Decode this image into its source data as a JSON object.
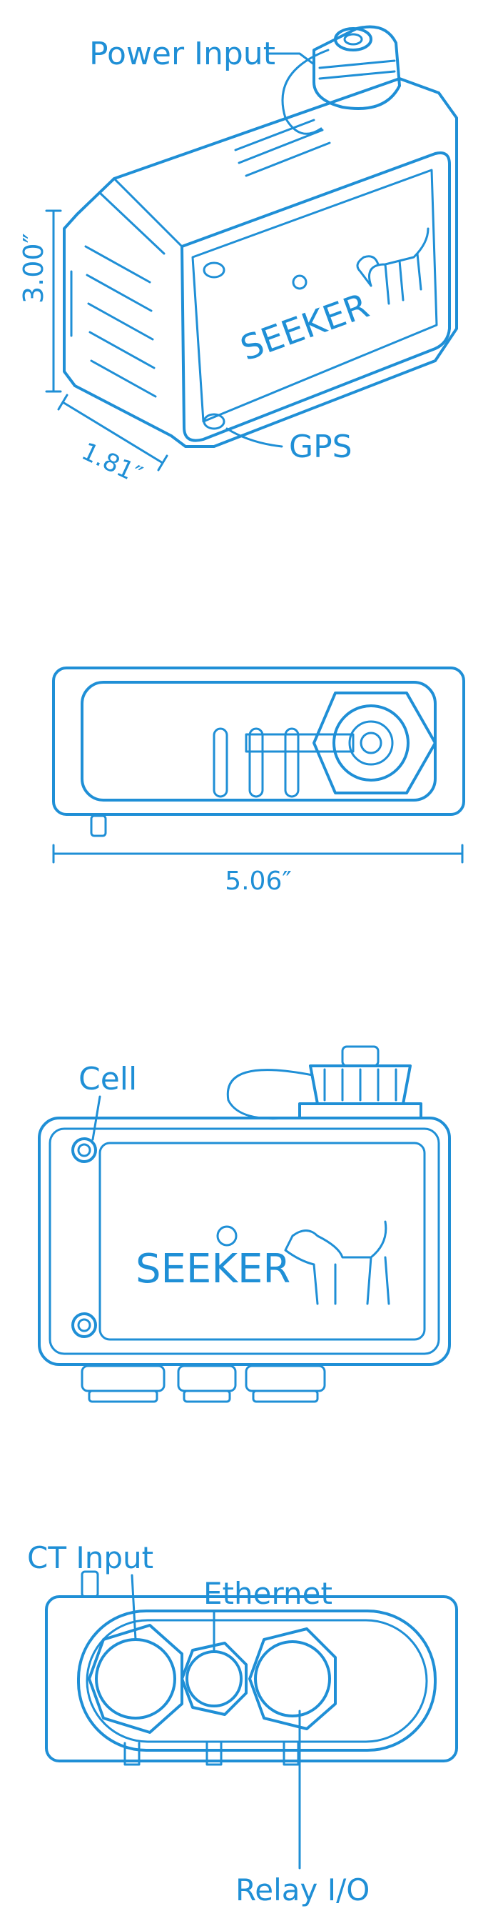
{
  "colors": {
    "line": "#1f8fd6",
    "background": "#ffffff"
  },
  "views": [
    {
      "name": "isometric",
      "labels": {
        "power": "Power Input",
        "gps": "GPS",
        "height": "3.00″",
        "depth": "1.81″"
      },
      "brand": "SEEKER"
    },
    {
      "name": "top",
      "labels": {
        "width": "5.06″"
      }
    },
    {
      "name": "front",
      "labels": {
        "cell": "Cell"
      },
      "brand": "SEEKER"
    },
    {
      "name": "bottom",
      "labels": {
        "ct": "CT Input",
        "ethernet": "Ethernet",
        "relay": "Relay I/O"
      }
    }
  ]
}
